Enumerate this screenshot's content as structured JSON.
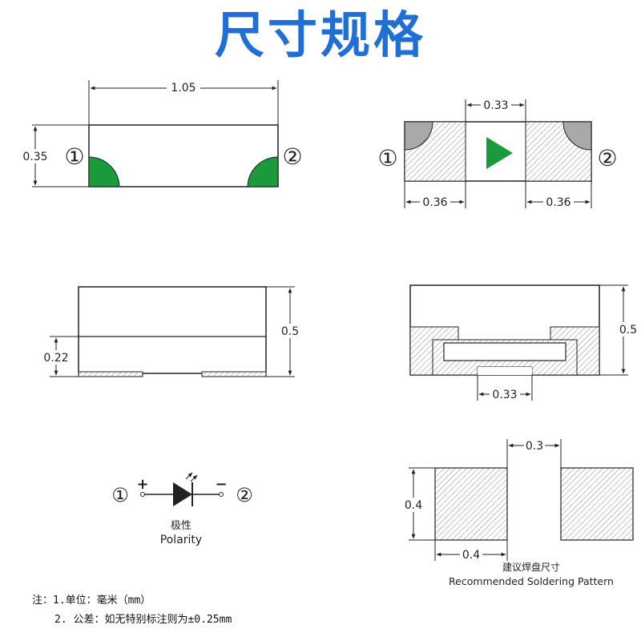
{
  "title": "尺寸规格",
  "colors": {
    "title": "#1f6fd6",
    "pad_green": "#1a9a3a",
    "grey": "#a9a9a9",
    "line": "#222222"
  },
  "pin1": "①",
  "pin2": "②",
  "top_view": {
    "width_label": "1.05",
    "height_label": "0.35"
  },
  "bottom_view": {
    "gap_label": "0.33",
    "pad_left_label": "0.36",
    "pad_right_label": "0.36",
    "polarity_mark": "green-triangle-icon"
  },
  "side_view": {
    "total_height_label": "0.5",
    "pad_height_label": "0.22"
  },
  "end_view": {
    "total_height_label": "0.5",
    "bottom_width_label": "0.33"
  },
  "polarity": {
    "plus": "+",
    "minus": "−",
    "label_cn": "极性",
    "label_en": "Polarity"
  },
  "soldering": {
    "gap_label": "0.3",
    "height_label": "0.4",
    "width_label": "0.4",
    "label_cn": "建议焊盘尺寸",
    "label_en": "Recommended Soldering Pattern"
  },
  "notes": {
    "line1": "注：1.单位：毫米（mm）",
    "line2": "2. 公差：如无特别标注则为±0.25mm"
  }
}
